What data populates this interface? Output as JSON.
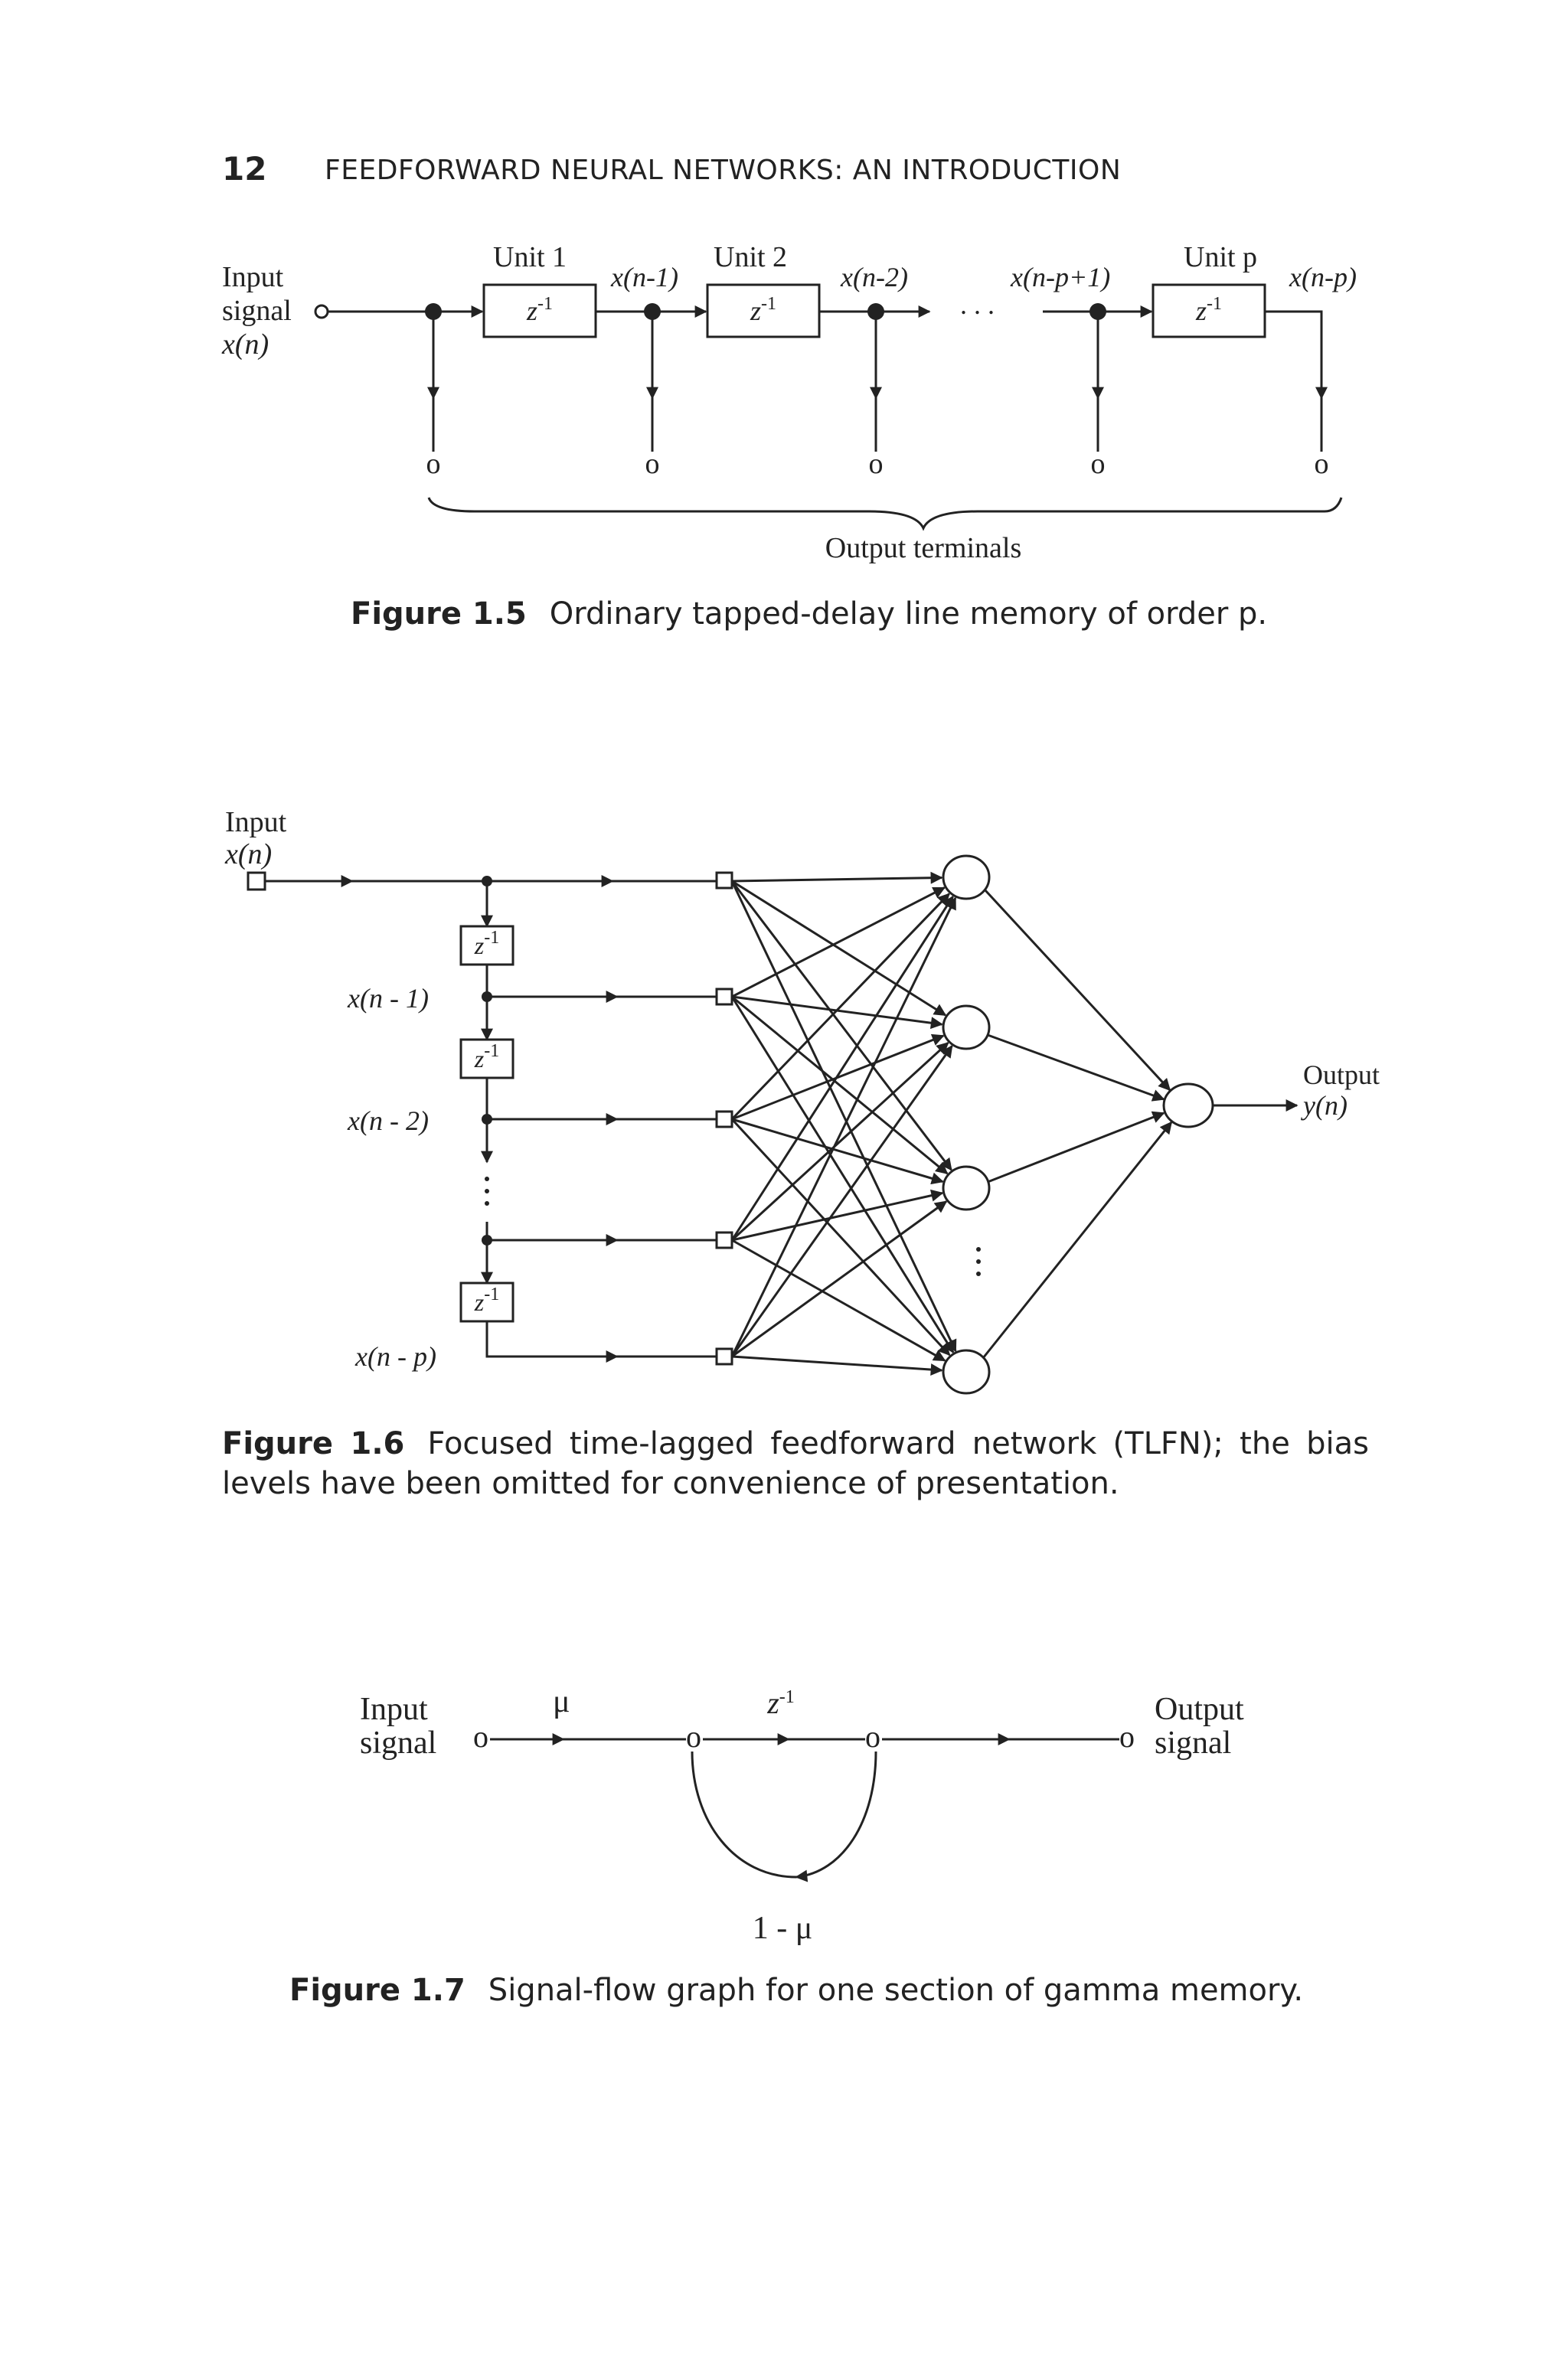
{
  "header": {
    "page_number": "12",
    "running_title": "FEEDFORWARD NEURAL NETWORKS: AN INTRODUCTION"
  },
  "fig5": {
    "input_label": [
      "Input",
      "signal",
      "x(n)"
    ],
    "units": [
      "Unit 1",
      "Unit 2",
      "Unit p"
    ],
    "delay": "z-1",
    "taps": [
      "x(n-1)",
      "x(n-2)",
      "x(n-p+1)",
      "x(n-p)"
    ],
    "dots": ". . .",
    "terminal": "o",
    "brace_label": "Output terminals",
    "caption_label": "Figure 1.5",
    "caption_text": "Ordinary tapped-delay line memory of order p."
  },
  "fig6": {
    "input_label": [
      "Input",
      "x(n)"
    ],
    "delay": "z-1",
    "taps": [
      "x(n - 1)",
      "x(n - 2)",
      "x(n - p)"
    ],
    "output_label": [
      "Output",
      "y(n)"
    ],
    "caption_label": "Figure 1.6",
    "caption_text": "Focused time-lagged feedforward network (TLFN); the bias levels have been omitted for convenience of presentation."
  },
  "fig7": {
    "input_label": [
      "Input",
      "signal"
    ],
    "output_label": [
      "Output",
      "signal"
    ],
    "mu": "μ",
    "delay": "z-1",
    "feedback": "1 - μ",
    "node": "o",
    "caption_label": "Figure 1.7",
    "caption_text": "Signal-flow graph for one section of gamma memory."
  }
}
